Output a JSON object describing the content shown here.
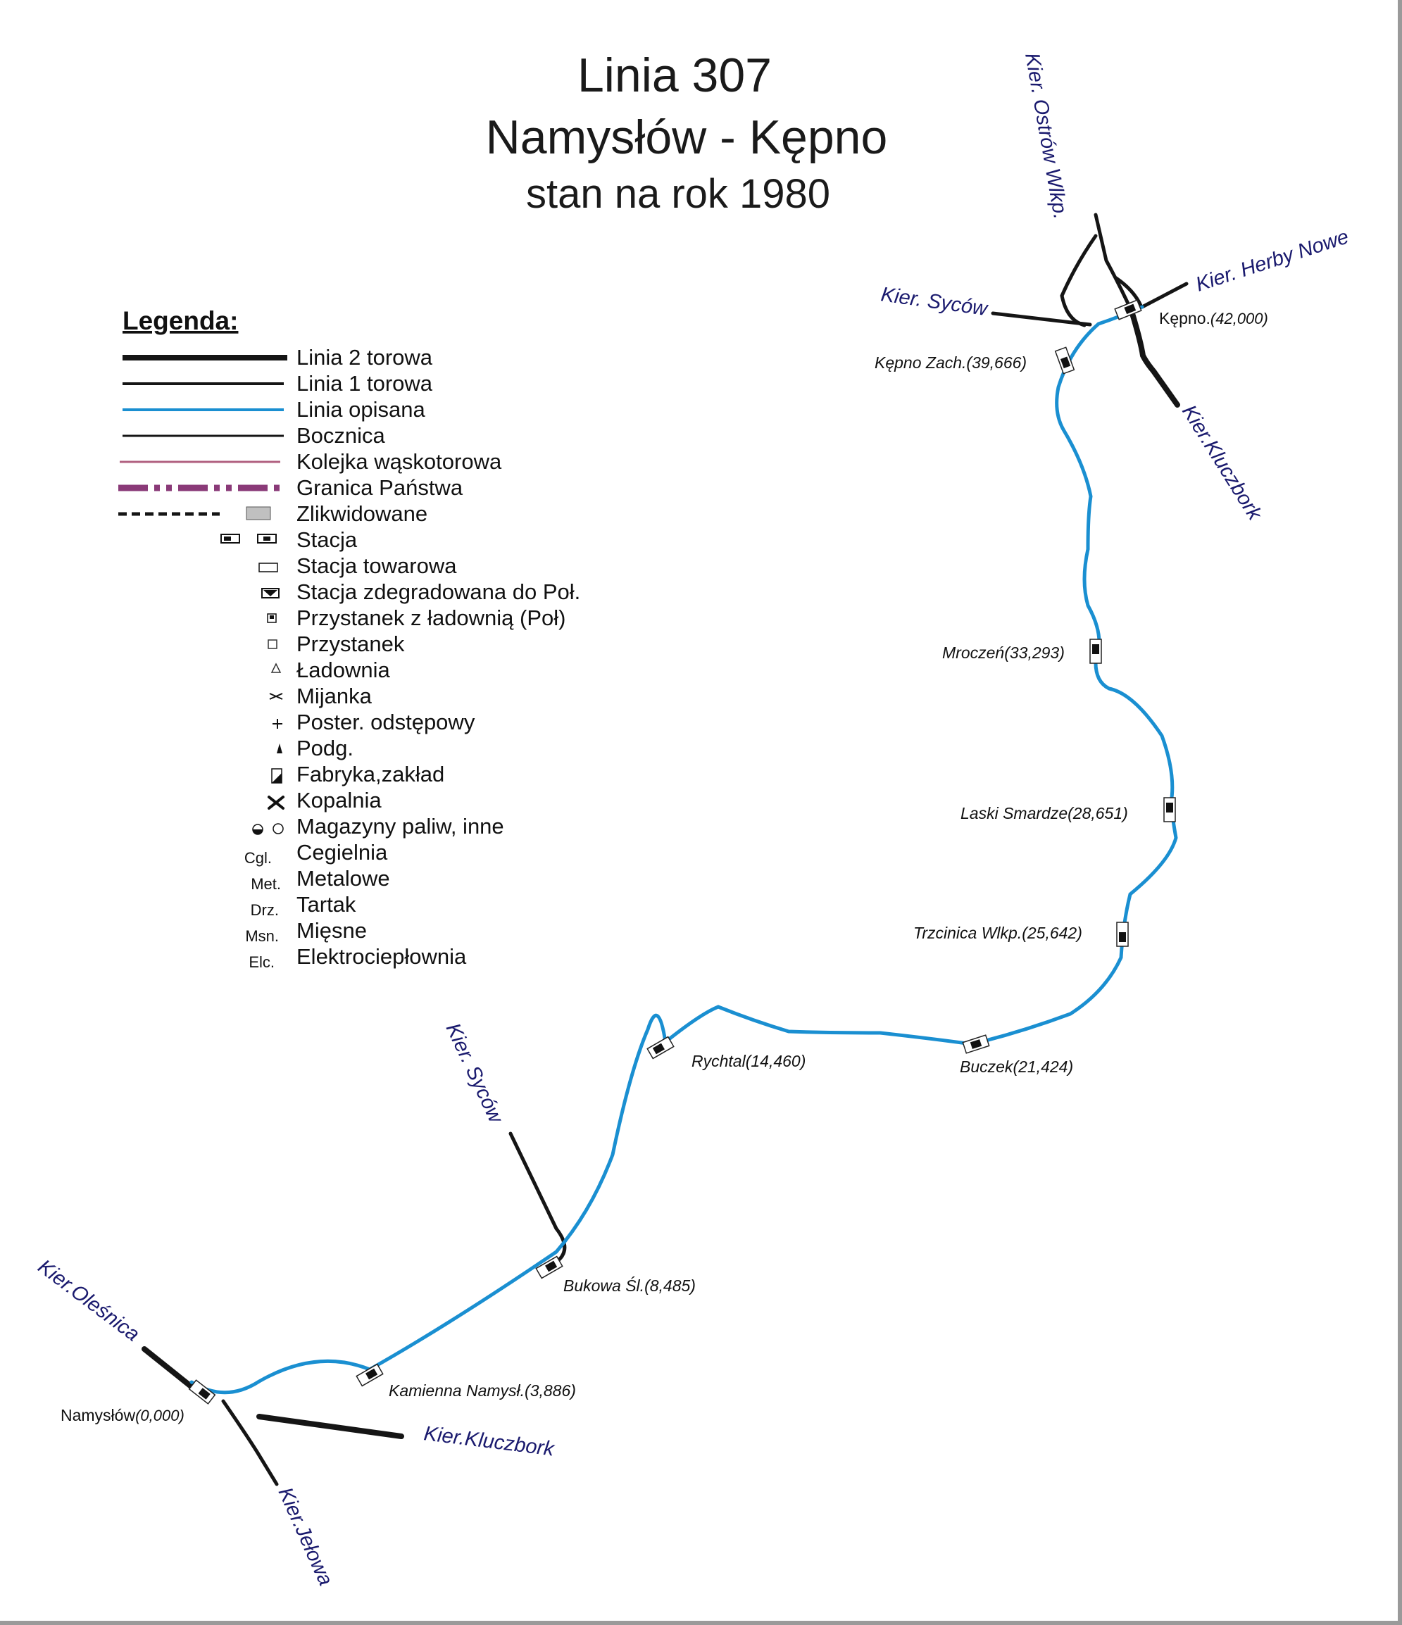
{
  "title": {
    "line1": "Linia 307",
    "line2": "Namysłów - Kępno",
    "line3": "stan na rok 1980"
  },
  "legend": {
    "heading": "Legenda:",
    "items": [
      {
        "label": "Linia 2 torowa",
        "icon": "double-track-line"
      },
      {
        "label": "Linia 1 torowa",
        "icon": "single-track-line"
      },
      {
        "label": "Linia opisana",
        "icon": "described-line",
        "color": "#1a8fd1"
      },
      {
        "label": "Bocznica",
        "icon": "siding-line"
      },
      {
        "label": "Kolejka wąskotorowa",
        "icon": "narrow-gauge-line",
        "color": "#b0607f"
      },
      {
        "label": "Granica Państwa",
        "icon": "state-border-line",
        "color": "#8a3a78"
      },
      {
        "label": "Zlikwidowane",
        "icon": "liquidated-line"
      },
      {
        "label": "Stacja",
        "icon": "station-icon"
      },
      {
        "label": "Stacja towarowa",
        "icon": "freight-station-icon"
      },
      {
        "label": "Stacja zdegradowana do Poł.",
        "icon": "degraded-station-icon"
      },
      {
        "label": "Przystanek z ładownią (Poł)",
        "icon": "stop-with-loading-icon"
      },
      {
        "label": "Przystanek",
        "icon": "stop-icon"
      },
      {
        "label": "Ładownia",
        "icon": "loading-point-icon"
      },
      {
        "label": "Mijanka",
        "icon": "passing-loop-icon"
      },
      {
        "label": "Poster. odstępowy",
        "icon": "block-post-icon"
      },
      {
        "label": "Podg.",
        "icon": "podg-icon"
      },
      {
        "label": "Fabryka,zakład",
        "icon": "factory-icon"
      },
      {
        "label": "Kopalnia",
        "icon": "mine-icon"
      },
      {
        "label": "Magazyny paliw, inne",
        "icon": "fuel-depot-icon"
      },
      {
        "label": "Cegielnia",
        "abbr": "Cgl."
      },
      {
        "label": "Metalowe",
        "abbr": "Met."
      },
      {
        "label": "Tartak",
        "abbr": "Drz."
      },
      {
        "label": "Mięsne",
        "abbr": "Msn."
      },
      {
        "label": "Elektrociepłownia",
        "abbr": "Elc."
      }
    ]
  },
  "stations": [
    {
      "name": "Namysłów",
      "km": "(0,000)"
    },
    {
      "name": "Kamienna Namysł.",
      "km": "(3,886)"
    },
    {
      "name": "Bukowa Śl.",
      "km": "(8,485)"
    },
    {
      "name": "Rychtal",
      "km": "(14,460)"
    },
    {
      "name": "Buczek",
      "km": "(21,424)"
    },
    {
      "name": "Trzcinica Wlkp.",
      "km": "(25,642)"
    },
    {
      "name": "Laski Smardze",
      "km": "(28,651)"
    },
    {
      "name": "Mroczeń",
      "km": "(33,293)"
    },
    {
      "name": "Kępno Zach.",
      "km": "(39,666)"
    },
    {
      "name": "Kępno.",
      "km": "(42,000)"
    }
  ],
  "directions": {
    "olesnica": "Kier.Oleśnica",
    "jelowa": "Kier.Jełowa",
    "kluczbork_south": "Kier.Kluczbork",
    "sycow_south": "Kier. Syców",
    "sycow_north": "Kier. Syców",
    "ostrow": "Kier. Ostrów Wlkp.",
    "herby": "Kier. Herby Nowe",
    "kluczbork_north": "Kier.Kluczbork"
  },
  "colors": {
    "described_line": "#1a8fd1",
    "track": "#151515",
    "direction_text": "#1a1a6e",
    "border_line": "#8a3a78",
    "narrow_gauge": "#b0607f"
  }
}
